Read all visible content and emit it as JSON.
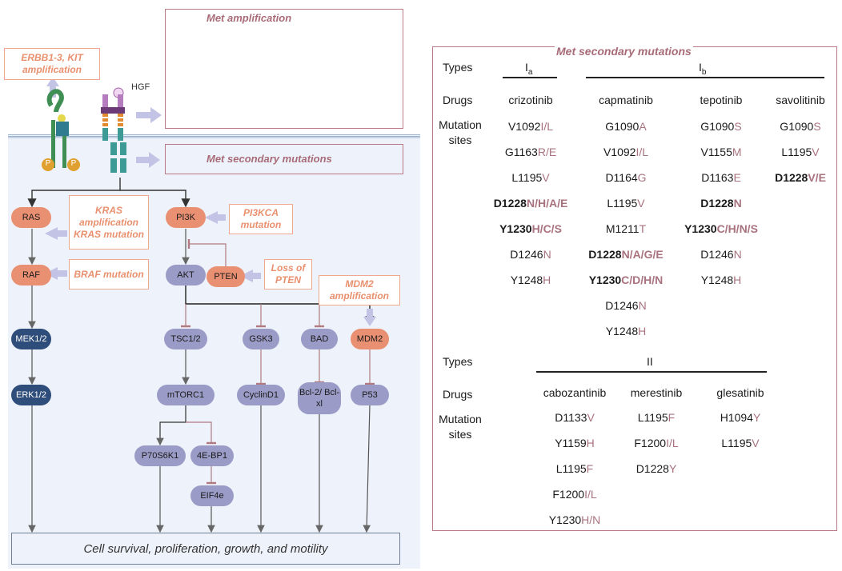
{
  "left": {
    "hgf_label": "HGF",
    "phospho_label": "P",
    "boxes": {
      "met_amp_title": "Met amplification",
      "met_sec_title": "Met secondary mutations",
      "erbb": "ERBB1-3, KIT amplification",
      "kras": "KRAS amplification KRAS mutation",
      "pi3kca": "PI3KCA mutation",
      "braf": "BRAF mutation",
      "pten_loss": "Loss of PTEN",
      "mdm2_amp": "MDM2 amplification",
      "outcome": "Cell survival, proliferation, growth, and motility"
    },
    "nodes": {
      "ras": "RAS",
      "raf": "RAF",
      "mek": "MEK1/2",
      "erk": "ERK1/2",
      "pi3k": "PI3K",
      "akt": "AKT",
      "pten": "PTEN",
      "tsc": "TSC1/2",
      "mtorc1": "mTORC1",
      "p70": "P70S6K1",
      "ebp1": "4E-BP1",
      "eif4e": "EIF4e",
      "gsk3": "GSK3",
      "cyclind1": "CyclinD1",
      "bad": "BAD",
      "bcl": "Bcl-2/ Bcl-xl",
      "mdm2": "MDM2",
      "p53": "P53"
    }
  },
  "right": {
    "title": "Met secondary mutations",
    "types_label": "Types",
    "drugs_label": "Drugs",
    "sites_label": "Mutation sites",
    "type_ia": "Ia",
    "type_ib": "Ib",
    "type_ii": "II",
    "drugs_1": [
      "crizotinib",
      "capmatinib",
      "tepotinib",
      "savolitinib"
    ],
    "drugs_2": [
      "cabozantinib",
      "merestinib",
      "glesatinib"
    ],
    "mutations_1": [
      [
        {
          "p": "V1092",
          "s": "I/L",
          "b": false
        },
        {
          "p": "G1163",
          "s": "R/E",
          "b": false
        },
        {
          "p": "L1195",
          "s": "V",
          "b": false
        },
        {
          "p": "D1228",
          "s": "N/H/A/E",
          "b": true
        },
        {
          "p": "Y1230",
          "s": "H/C/S",
          "b": true
        },
        {
          "p": "D1246",
          "s": "N",
          "b": false
        },
        {
          "p": "Y1248",
          "s": "H",
          "b": false
        }
      ],
      [
        {
          "p": "G1090",
          "s": "A",
          "b": false
        },
        {
          "p": "V1092",
          "s": "I/L",
          "b": false
        },
        {
          "p": "D1164",
          "s": "G",
          "b": false
        },
        {
          "p": "L1195",
          "s": "V",
          "b": false
        },
        {
          "p": "M1211",
          "s": "T",
          "b": false
        },
        {
          "p": "D1228",
          "s": "N/A/G/E",
          "b": true
        },
        {
          "p": "Y1230",
          "s": "C/D/H/N",
          "b": true
        },
        {
          "p": "D1246",
          "s": "N",
          "b": false
        },
        {
          "p": "Y1248",
          "s": "H",
          "b": false
        }
      ],
      [
        {
          "p": "G1090",
          "s": "S",
          "b": false
        },
        {
          "p": "V1155",
          "s": "M",
          "b": false
        },
        {
          "p": "D1163",
          "s": "E",
          "b": false
        },
        {
          "p": "D1228",
          "s": "N",
          "b": true
        },
        {
          "p": "Y1230",
          "s": "C/H/N/S",
          "b": true
        },
        {
          "p": "D1246",
          "s": "N",
          "b": false
        },
        {
          "p": "Y1248",
          "s": "H",
          "b": false
        }
      ],
      [
        {
          "p": "G1090",
          "s": "S",
          "b": false
        },
        {
          "p": "L1195",
          "s": "V",
          "b": false
        },
        {
          "p": "D1228",
          "s": "V/E",
          "b": true
        }
      ]
    ],
    "mutations_2": [
      [
        {
          "p": "D1133",
          "s": "V",
          "b": false
        },
        {
          "p": "Y1159",
          "s": "H",
          "b": false
        },
        {
          "p": "L1195",
          "s": "F",
          "b": false
        },
        {
          "p": "F1200",
          "s": "I/L",
          "b": false
        },
        {
          "p": "Y1230",
          "s": "H/N",
          "b": false
        }
      ],
      [
        {
          "p": "L1195",
          "s": "F",
          "b": false
        },
        {
          "p": "F1200",
          "s": "I/L",
          "b": false
        },
        {
          "p": "D1228",
          "s": "Y",
          "b": false
        }
      ],
      [
        {
          "p": "H1094",
          "s": "Y",
          "b": false
        },
        {
          "p": "L1195",
          "s": "V",
          "b": false
        }
      ]
    ]
  }
}
